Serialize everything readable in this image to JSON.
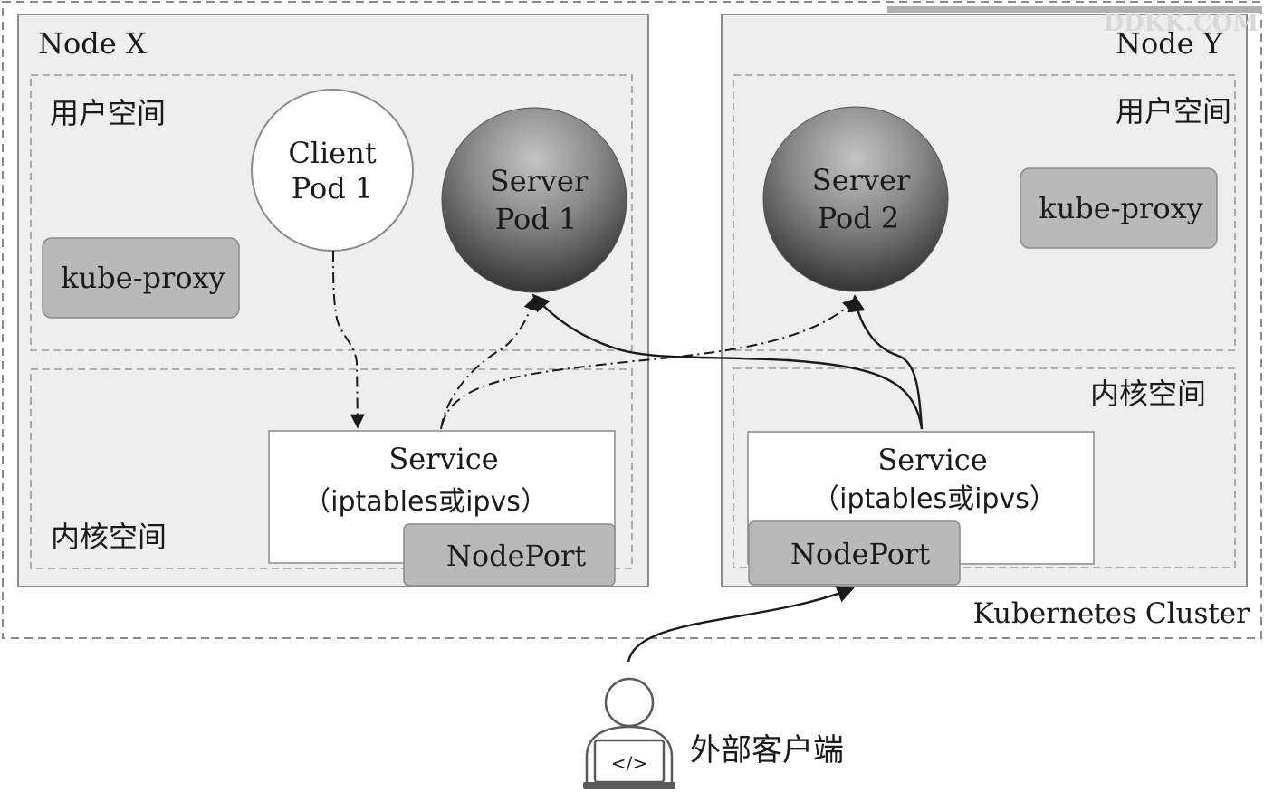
{
  "cluster": {
    "label": "Kubernetes Cluster"
  },
  "node_x": {
    "label": "Node X",
    "user_space": "用户空间",
    "kernel_space": "内核空间",
    "client_pod": {
      "line1": "Client",
      "line2": "Pod 1"
    },
    "server_pod": {
      "line1": "Server",
      "line2": "Pod 1"
    },
    "kube_proxy": "kube-proxy",
    "service": {
      "line1": "Service",
      "line2": "（iptables或ipvs）"
    },
    "nodeport": "NodePort"
  },
  "node_y": {
    "label": "Node Y",
    "user_space": "用户空间",
    "kernel_space": "内核空间",
    "server_pod": {
      "line1": "Server",
      "line2": "Pod 2"
    },
    "kube_proxy": "kube-proxy",
    "service": {
      "line1": "Service",
      "line2": "（iptables或ipvs）"
    },
    "nodeport": "NodePort"
  },
  "external_client": {
    "label": "外部客户端",
    "icon": "developer-laptop-icon",
    "screen_glyph": "</>"
  },
  "watermark": "DDKK.COM",
  "colors": {
    "node_fill": "#eeeeee",
    "node_stroke": "#8a8a8a",
    "proxy_fill": "#b9b9b9",
    "pod_light": "#bdbdbd",
    "pod_dark": "#3b3b3b",
    "line": "#1a1a1a"
  }
}
